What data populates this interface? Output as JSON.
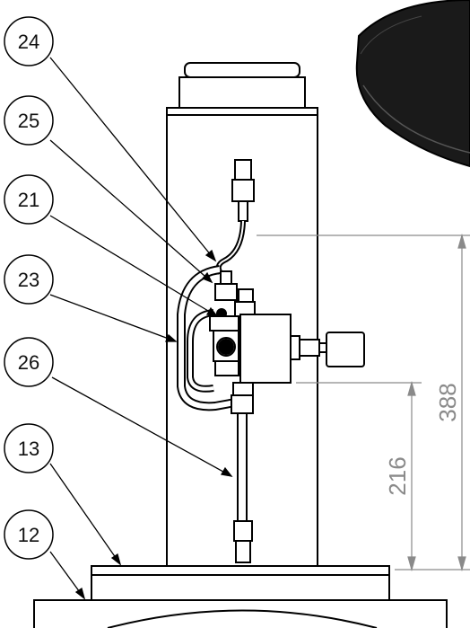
{
  "balloons": [
    {
      "id": "b24",
      "label": "24"
    },
    {
      "id": "b25",
      "label": "25"
    },
    {
      "id": "b21",
      "label": "21"
    },
    {
      "id": "b23",
      "label": "23"
    },
    {
      "id": "b26",
      "label": "26"
    },
    {
      "id": "b13",
      "label": "13"
    },
    {
      "id": "b12",
      "label": "12"
    }
  ],
  "dimensions": {
    "height_overall": "388",
    "height_lower": "216"
  }
}
